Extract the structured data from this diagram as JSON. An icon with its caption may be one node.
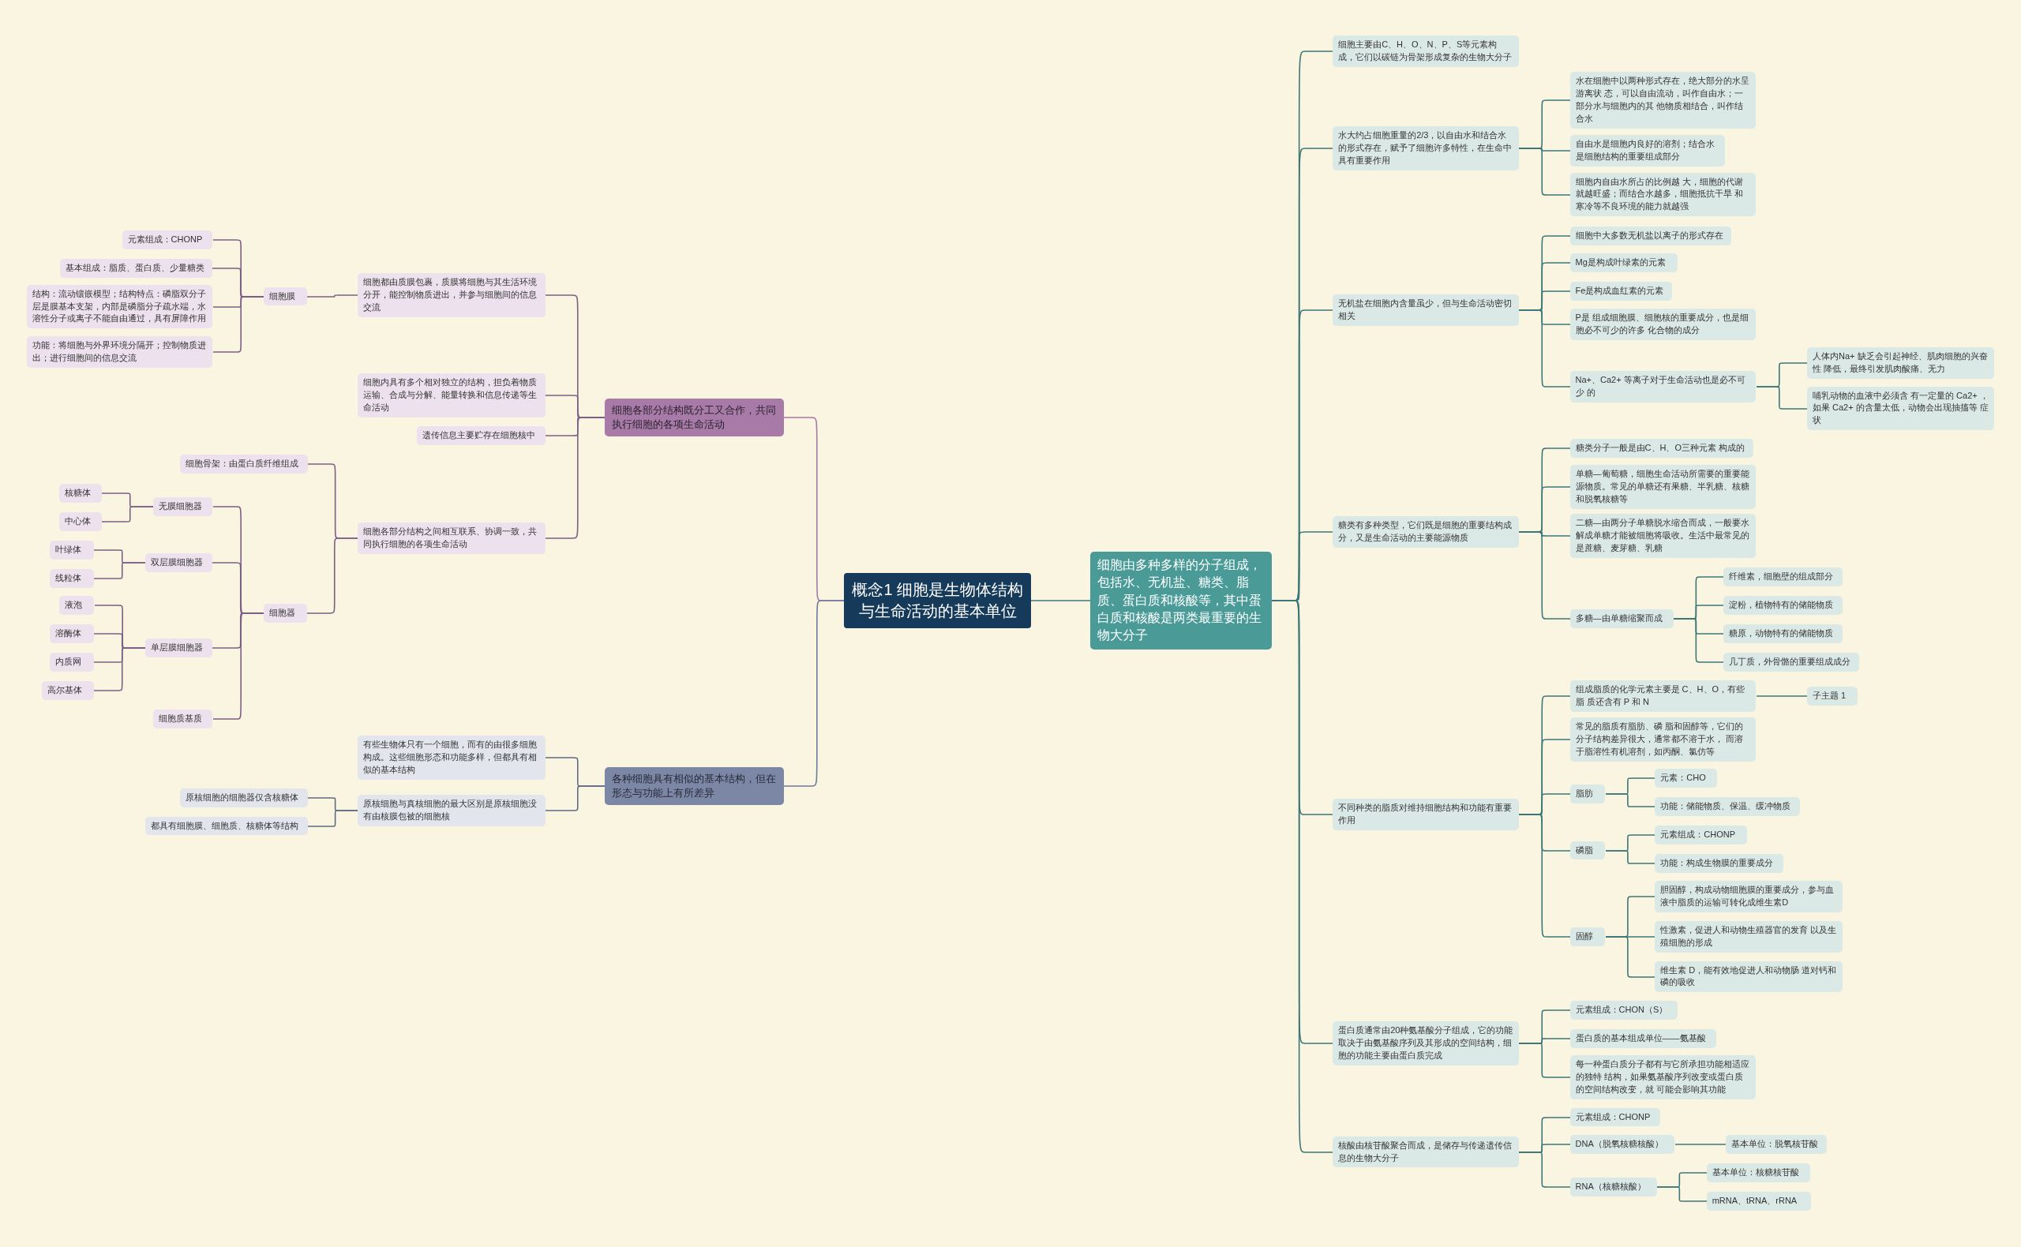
{
  "diagram": {
    "nodes": [
      {
        "text": [
          "概念1  细胞是生物体结构与生命活动的基本单位"
        ]
      },
      {
        "text": [
          "细胞由多种多样的分子组成，包括水、无机盐、糖类、脂质、蛋白质和核酸等，其中蛋白质和核酸是两类最重要的生物大分子"
        ]
      },
      {
        "text": [
          "细胞各部分结构既分工又合作，共同执行细胞的各项生命活动"
        ]
      },
      {
        "text": [
          "各种细胞具有相似的基本结构，但在形态与功能上有所差异"
        ]
      },
      {
        "text": [
          "细胞都由质膜包裹，质膜将细胞与其生活环境分开，能控制物质进出，并参与细胞间的信息交流"
        ]
      },
      {
        "text": [
          "细胞膜"
        ]
      },
      {
        "text": [
          "元素组成：CHONP"
        ]
      },
      {
        "text": [
          "基本组成：脂质、蛋白质、少量糖类"
        ]
      },
      {
        "text": [
          "结构：流动镶嵌模型；结构特点：磷脂双分子层是膜基本支架，内部是磷脂分子疏水端，水溶性分子或离子不能自由通过，具有屏障作用"
        ]
      },
      {
        "text": [
          "功能：将细胞与外界环境分隔开；控制物质进出；进行细胞间的信息交流"
        ]
      },
      {
        "text": [
          "细胞内具有多个相对独立的结构，担负着物质运输、合成与分解、能量转换和信息传递等生命活动"
        ]
      },
      {
        "text": [
          "遗传信息主要贮存在细胞核中"
        ]
      },
      {
        "text": [
          "细胞各部分结构之间相互联系、协调一致，共同执行细胞的各项生命活动"
        ]
      },
      {
        "text": [
          "细胞骨架：由蛋白质纤维组成"
        ]
      },
      {
        "text": [
          "细胞器"
        ]
      },
      {
        "text": [
          "无膜细胞器"
        ]
      },
      {
        "text": [
          "核糖体"
        ]
      },
      {
        "text": [
          "中心体"
        ]
      },
      {
        "text": [
          "双层膜细胞器"
        ]
      },
      {
        "text": [
          "叶绿体"
        ]
      },
      {
        "text": [
          "线粒体"
        ]
      },
      {
        "text": [
          "单层膜细胞器"
        ]
      },
      {
        "text": [
          "液泡"
        ]
      },
      {
        "text": [
          "溶酶体"
        ]
      },
      {
        "text": [
          "内质网"
        ]
      },
      {
        "text": [
          "高尔基体"
        ]
      },
      {
        "text": [
          "细胞质基质"
        ]
      },
      {
        "text": [
          "有些生物体只有一个细胞，而有的由很多细胞构成。这些细胞形态和功能多样，但都具有相似的基本结构"
        ]
      },
      {
        "text": [
          "原核细胞与真核细胞的最大区别是原核细胞没有由核膜包被的细胞核"
        ]
      },
      {
        "text": [
          "原核细胞的细胞器仅含核糖体"
        ]
      },
      {
        "text": [
          "都具有细胞膜、细胞质、核糖体等结构"
        ]
      },
      {
        "text": [
          "细胞主要由C、H、O、N、P、S等元素构成，它们以碳链为骨架形成复杂的生物大分子"
        ]
      },
      {
        "text": [
          "水大约占细胞重量的2/3，以自由水和结合水的形式存在，赋予了细胞许多特性，在生命中具有重要作用"
        ]
      },
      {
        "text": [
          "水在细胞中以两种形式存在，绝大部分的水呈游离状 态，可以自由流动，叫作自由水；一部分水与细胞内的其 他物质相结合，叫作结合水"
        ]
      },
      {
        "text": [
          "自由水是细胞内良好的溶剂；结合水是细胞结构的重要组成部分"
        ]
      },
      {
        "text": [
          "细胞内自由水所占的比例越 大，细胞的代谢就越旺盛；而结合水越多，细胞抵抗干旱 和寒冷等不良环境的能力就越强"
        ]
      },
      {
        "text": [
          "无机盐在细胞内含量虽少，但与生命活动密切相关"
        ]
      },
      {
        "text": [
          "细胞中大多数无机盐以离子的形式存在"
        ]
      },
      {
        "text": [
          "Mg是构成叶绿素的元素"
        ]
      },
      {
        "text": [
          "Fe是构成血红素的元素"
        ]
      },
      {
        "text": [
          "P是 组成细胞膜、细胞核的重要成分，也是细胞必不可少的许多 化合物的成分"
        ]
      },
      {
        "text": [
          "Na+、Ca2+ 等离子对于生命活动也是必不可少 的"
        ]
      },
      {
        "text": [
          "人体内Na+ 缺乏会引起神经、肌肉细胞的兴奋性 降低，最终引发肌肉酸痛、无力"
        ]
      },
      {
        "text": [
          "哺乳动物的血液中必须含 有一定量的 Ca2+ ，如果 Ca2+ 的含量太低，动物会出现抽搐等 症状"
        ]
      },
      {
        "text": [
          "糖类有多种类型，它们既是细胞的重要结构成分，又是生命活动的主要能源物质"
        ]
      },
      {
        "text": [
          "糖类分子一般是由C、H、O三种元素 构成的"
        ]
      },
      {
        "text": [
          "单糖—葡萄糖，细胞生命活动所需要的重要能源物质。常见的单糖还有果糖、半乳糖、核糖和脱氧核糖等"
        ]
      },
      {
        "text": [
          "二糖—由两分子单糖脱水缩合而成，一般要水解成单糖才能被细胞将吸收。生活中最常见的是蔗糖、麦芽糖、乳糖"
        ]
      },
      {
        "text": [
          "多糖—由单糖缩聚而成"
        ]
      },
      {
        "text": [
          "纤维素，细胞壁的组成部分"
        ]
      },
      {
        "text": [
          "淀粉，植物特有的储能物质"
        ]
      },
      {
        "text": [
          "糖原，动物特有的储能物质"
        ]
      },
      {
        "text": [
          "几丁质，外骨骼的重要组成成分"
        ]
      },
      {
        "text": [
          "不同种类的脂质对维持细胞结构和功能有重要作用"
        ]
      },
      {
        "text": [
          "组成脂质的化学元素主要是 C、H、O，有些脂 质还含有 P 和 N"
        ]
      },
      {
        "text": [
          "子主题 1"
        ]
      },
      {
        "text": [
          "常见的脂质有脂肪、磷 脂和固醇等，它们的分子结构差异很大，通常都不溶于水， 而溶于脂溶性有机溶剂，如丙酮、氯仿等"
        ]
      },
      {
        "text": [
          "脂肪"
        ]
      },
      {
        "text": [
          "元素：CHO"
        ]
      },
      {
        "text": [
          "功能：储能物质、保温、缓冲物质"
        ]
      },
      {
        "text": [
          "磷脂"
        ]
      },
      {
        "text": [
          "元素组成：CHONP"
        ]
      },
      {
        "text": [
          "功能：构成生物膜的重要成分"
        ]
      },
      {
        "text": [
          "固醇"
        ]
      },
      {
        "text": [
          "胆固醇，构成动物细胞膜的重要成分，参与血液中脂质的运输可转化成维生素D"
        ]
      },
      {
        "text": [
          "性激素，促进人和动物生殖器官的发育 以及生殖细胞的形成"
        ]
      },
      {
        "text": [
          "维生素 D，能有效地促进人和动物肠 道对钙和磷的吸收"
        ]
      },
      {
        "text": [
          "蛋白质通常由20种氨基酸分子组成，它的功能取决于由氨基酸序列及其形成的空间结构，细胞的功能主要由蛋白质完成"
        ]
      },
      {
        "text": [
          "元素组成：CHON（S）"
        ]
      },
      {
        "text": [
          "蛋白质的基本组成单位——氨基酸"
        ]
      },
      {
        "text": [
          "每一种蛋白质分子都有与它所承担功能相适应的独特 结构，如果氨基酸序列改变或蛋白质的空间结构改变，就 可能会影响其功能"
        ]
      },
      {
        "text": [
          "核酸由核苷酸聚合而成，是储存与传递遗传信息的生物大分子"
        ]
      },
      {
        "text": [
          "元素组成：CHONP"
        ]
      },
      {
        "text": [
          "DNA（脱氧核糖核酸）"
        ]
      },
      {
        "text": [
          "基本单位：脱氧核苷酸"
        ]
      },
      {
        "text": [
          "RNA（核糖核酸）"
        ]
      },
      {
        "text": [
          "基本单位：核糖核苷酸"
        ]
      },
      {
        "text": [
          "mRNA、tRNA、rRNA"
        ]
      }
    ],
    "edges": [
      {
        "from": 0,
        "to": 1,
        "arrow": "none"
      },
      {
        "from": 0,
        "to": 2,
        "arrow": "none",
        "color": "#a678a8"
      },
      {
        "from": 0,
        "to": 3,
        "arrow": "none",
        "color": "#6f7a9a"
      },
      {
        "from": 2,
        "to": 4,
        "arrow": "none",
        "color": "#7d5f85"
      },
      {
        "from": 2,
        "to": 10,
        "arrow": "none",
        "color": "#7d5f85"
      },
      {
        "from": 2,
        "to": 11,
        "arrow": "none",
        "color": "#7d5f85"
      },
      {
        "from": 2,
        "to": 12,
        "arrow": "none",
        "color": "#7d5f85"
      },
      {
        "from": 4,
        "to": 5,
        "arrow": "none",
        "color": "#7d5f85"
      },
      {
        "from": 5,
        "to": 6,
        "arrow": "none",
        "color": "#7d5f85"
      },
      {
        "from": 5,
        "to": 7,
        "arrow": "none",
        "color": "#7d5f85"
      },
      {
        "from": 5,
        "to": 8,
        "arrow": "none",
        "color": "#7d5f85"
      },
      {
        "from": 5,
        "to": 9,
        "arrow": "none",
        "color": "#7d5f85"
      },
      {
        "from": 12,
        "to": 13,
        "arrow": "none",
        "color": "#7d5f85"
      },
      {
        "from": 12,
        "to": 14,
        "arrow": "none",
        "color": "#7d5f85"
      },
      {
        "from": 14,
        "to": 15,
        "arrow": "none",
        "color": "#7d5f85"
      },
      {
        "from": 14,
        "to": 18,
        "arrow": "none",
        "color": "#7d5f85"
      },
      {
        "from": 14,
        "to": 21,
        "arrow": "none",
        "color": "#7d5f85"
      },
      {
        "from": 14,
        "to": 26,
        "arrow": "none",
        "color": "#7d5f85"
      },
      {
        "from": 15,
        "to": 16,
        "arrow": "none",
        "color": "#7d5f85"
      },
      {
        "from": 15,
        "to": 17,
        "arrow": "none",
        "color": "#7d5f85"
      },
      {
        "from": 18,
        "to": 19,
        "arrow": "none",
        "color": "#7d5f85"
      },
      {
        "from": 18,
        "to": 20,
        "arrow": "none",
        "color": "#7d5f85"
      },
      {
        "from": 21,
        "to": 22,
        "arrow": "none",
        "color": "#7d5f85"
      },
      {
        "from": 21,
        "to": 23,
        "arrow": "none",
        "color": "#7d5f85"
      },
      {
        "from": 21,
        "to": 24,
        "arrow": "none",
        "color": "#7d5f85"
      },
      {
        "from": 21,
        "to": 25,
        "arrow": "none",
        "color": "#7d5f85"
      },
      {
        "from": 3,
        "to": 27,
        "arrow": "none",
        "color": "#5f6a86"
      },
      {
        "from": 3,
        "to": 28,
        "arrow": "none",
        "color": "#5f6a86"
      },
      {
        "from": 28,
        "to": 29,
        "arrow": "none",
        "color": "#5f6a86"
      },
      {
        "from": 28,
        "to": 30,
        "arrow": "none",
        "color": "#5f6a86"
      },
      {
        "from": 1,
        "to": 31,
        "arrow": "none"
      },
      {
        "from": 1,
        "to": 32,
        "arrow": "none"
      },
      {
        "from": 1,
        "to": 36,
        "arrow": "none"
      },
      {
        "from": 1,
        "to": 44,
        "arrow": "none"
      },
      {
        "from": 1,
        "to": 53,
        "arrow": "none"
      },
      {
        "from": 1,
        "to": 67,
        "arrow": "none"
      },
      {
        "from": 1,
        "to": 71,
        "arrow": "none"
      },
      {
        "from": 32,
        "to": 33,
        "arrow": "none"
      },
      {
        "from": 32,
        "to": 34,
        "arrow": "none"
      },
      {
        "from": 32,
        "to": 35,
        "arrow": "none"
      },
      {
        "from": 36,
        "to": 37,
        "arrow": "none"
      },
      {
        "from": 36,
        "to": 38,
        "arrow": "none"
      },
      {
        "from": 36,
        "to": 39,
        "arrow": "none"
      },
      {
        "from": 36,
        "to": 40,
        "arrow": "none"
      },
      {
        "from": 36,
        "to": 41,
        "arrow": "none"
      },
      {
        "from": 41,
        "to": 42,
        "arrow": "none"
      },
      {
        "from": 41,
        "to": 43,
        "arrow": "none"
      },
      {
        "from": 44,
        "to": 45,
        "arrow": "none"
      },
      {
        "from": 44,
        "to": 46,
        "arrow": "none"
      },
      {
        "from": 44,
        "to": 47,
        "arrow": "none"
      },
      {
        "from": 44,
        "to": 48,
        "arrow": "none"
      },
      {
        "from": 48,
        "to": 49,
        "arrow": "none"
      },
      {
        "from": 48,
        "to": 50,
        "arrow": "none"
      },
      {
        "from": 48,
        "to": 51,
        "arrow": "none"
      },
      {
        "from": 48,
        "to": 52,
        "arrow": "none"
      },
      {
        "from": 53,
        "to": 54,
        "arrow": "none"
      },
      {
        "from": 53,
        "to": 56,
        "arrow": "none"
      },
      {
        "from": 53,
        "to": 57,
        "arrow": "none"
      },
      {
        "from": 53,
        "to": 60,
        "arrow": "none"
      },
      {
        "from": 53,
        "to": 63,
        "arrow": "none"
      },
      {
        "from": 54,
        "to": 55,
        "arrow": "none"
      },
      {
        "from": 57,
        "to": 58,
        "arrow": "none"
      },
      {
        "from": 57,
        "to": 59,
        "arrow": "none"
      },
      {
        "from": 60,
        "to": 61,
        "arrow": "none"
      },
      {
        "from": 60,
        "to": 62,
        "arrow": "none"
      },
      {
        "from": 63,
        "to": 64,
        "arrow": "none"
      },
      {
        "from": 63,
        "to": 65,
        "arrow": "none"
      },
      {
        "from": 63,
        "to": 66,
        "arrow": "none"
      },
      {
        "from": 67,
        "to": 68,
        "arrow": "none"
      },
      {
        "from": 67,
        "to": 69,
        "arrow": "none"
      },
      {
        "from": 67,
        "to": 70,
        "arrow": "none"
      },
      {
        "from": 71,
        "to": 72,
        "arrow": "none"
      },
      {
        "from": 71,
        "to": 73,
        "arrow": "none"
      },
      {
        "from": 71,
        "to": 75,
        "arrow": "none"
      },
      {
        "from": 73,
        "to": 74,
        "arrow": "none"
      },
      {
        "from": 75,
        "to": 76,
        "arrow": "none"
      },
      {
        "from": 75,
        "to": 77,
        "arrow": "none"
      }
    ]
  }
}
